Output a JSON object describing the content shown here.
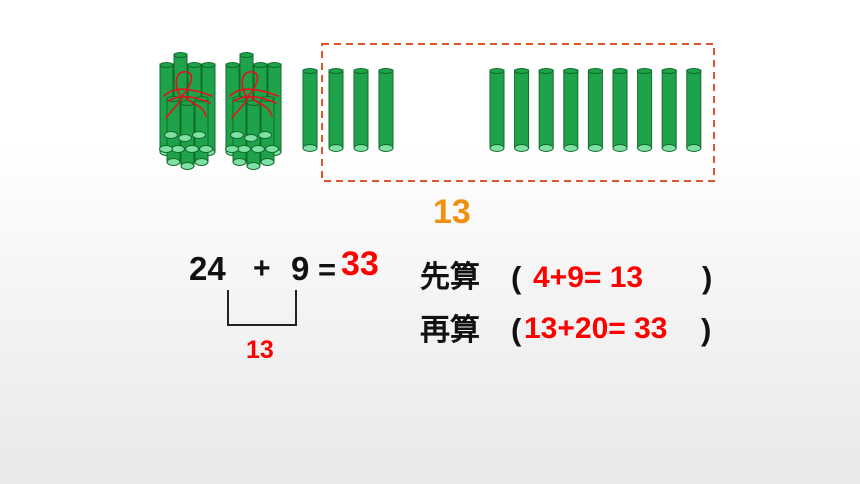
{
  "box_total": "13",
  "equation": {
    "a": "24",
    "op": "+",
    "b": "9",
    "eq": "=",
    "result": "33"
  },
  "bracket_value": "13",
  "step1": {
    "label": "先算",
    "open": "(",
    "expr": "4+9= 13",
    "close": ")"
  },
  "step2": {
    "label": "再算",
    "open": "(",
    "expr": "13+20= 33",
    "close": ")"
  },
  "colors": {
    "stick": "#1fa34a",
    "stick_dark": "#0f6b2c",
    "stick_top": "#7fe0a3",
    "tie": "#e5101a",
    "box": "#d9572a",
    "answer": "#ff0000",
    "highlight": "#f0900e"
  },
  "counts": {
    "bundles": 2,
    "sticks_per_bundle": 10,
    "loose_sticks": 4,
    "added_sticks": 9
  }
}
